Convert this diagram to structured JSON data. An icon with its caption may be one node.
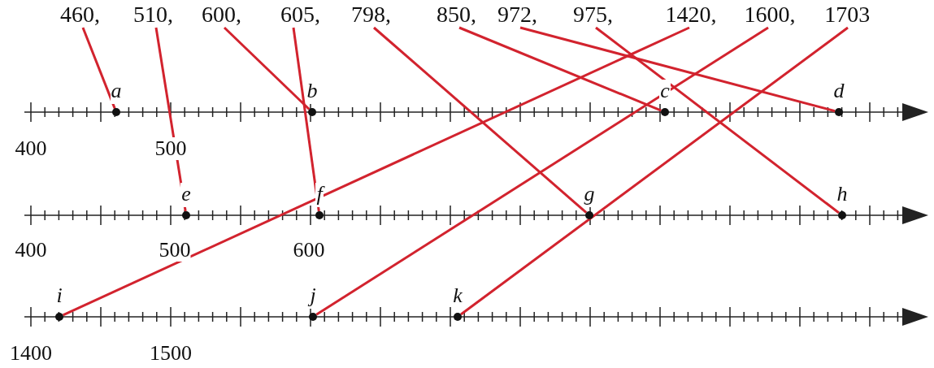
{
  "diagram": {
    "nodes": [
      {
        "text": [
          "460,"
        ]
      },
      {
        "text": [
          "510,"
        ]
      },
      {
        "text": [
          "600,"
        ]
      },
      {
        "text": [
          "605,"
        ]
      },
      {
        "text": [
          "798,"
        ]
      },
      {
        "text": [
          "850,"
        ]
      },
      {
        "text": [
          "972,"
        ]
      },
      {
        "text": [
          "975,"
        ]
      },
      {
        "text": [
          "1420,"
        ]
      },
      {
        "text": [
          "1600,"
        ]
      },
      {
        "text": [
          "1703"
        ]
      },
      {
        "text": [
          "a"
        ]
      },
      {
        "text": [
          "b"
        ]
      },
      {
        "text": [
          "c"
        ]
      },
      {
        "text": [
          "d"
        ]
      },
      {
        "text": [
          "e"
        ]
      },
      {
        "text": [
          "f"
        ]
      },
      {
        "text": [
          "g"
        ]
      },
      {
        "text": [
          "h"
        ]
      },
      {
        "text": [
          "i"
        ]
      },
      {
        "text": [
          "j"
        ]
      },
      {
        "text": [
          "k"
        ]
      }
    ],
    "edges": [
      {
        "from": 0,
        "to": 11,
        "arrow": "none"
      },
      {
        "from": 1,
        "to": 15,
        "arrow": "none"
      },
      {
        "from": 2,
        "to": 12,
        "arrow": "none"
      },
      {
        "from": 3,
        "to": 16,
        "arrow": "none"
      },
      {
        "from": 4,
        "to": 17,
        "arrow": "none"
      },
      {
        "from": 5,
        "to": 13,
        "arrow": "none"
      },
      {
        "from": 6,
        "to": 14,
        "arrow": "none"
      },
      {
        "from": 7,
        "to": 18,
        "arrow": "none"
      },
      {
        "from": 8,
        "to": 19,
        "arrow": "none"
      },
      {
        "from": 9,
        "to": 20,
        "arrow": "none"
      },
      {
        "from": 10,
        "to": 21,
        "arrow": "none"
      }
    ],
    "labels": [
      "400",
      "500",
      "400",
      "500",
      "600",
      "1400",
      "1500"
    ]
  }
}
